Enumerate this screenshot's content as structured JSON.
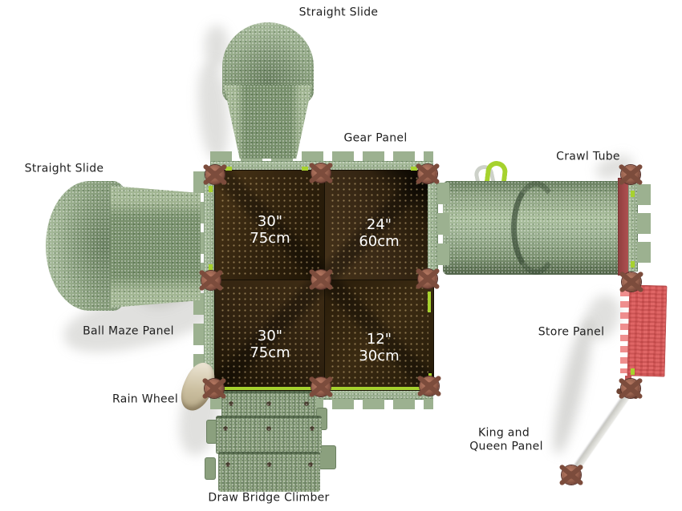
{
  "figure": {
    "type": "playground-equipment-top-view-diagram",
    "background": "#ffffff"
  },
  "part_labels": {
    "straight_slide_top": "Straight Slide",
    "straight_slide_left": "Straight Slide",
    "gear_panel": "Gear Panel",
    "crawl_tube": "Crawl Tube",
    "ball_maze_panel": "Ball Maze Panel",
    "rain_wheel": "Rain Wheel",
    "store_panel": "Store Panel",
    "king_and_queen_line1": "King and",
    "king_and_queen_line2": "Queen Panel",
    "draw_bridge_climber": "Draw Bridge Climber"
  },
  "deck_heights": [
    {
      "position": "top-left",
      "inches": "30\"",
      "centimeters": "75cm"
    },
    {
      "position": "top-right",
      "inches": "24\"",
      "centimeters": "60cm"
    },
    {
      "position": "bottom-left",
      "inches": "30\"",
      "centimeters": "75cm"
    },
    {
      "position": "bottom-right",
      "inches": "12\"",
      "centimeters": "30cm"
    }
  ],
  "colors": {
    "slide_green": "#8fa884",
    "deck_brown": "#31230e",
    "post_copper": "#8d5847",
    "accent_lime": "#a7d22e",
    "store_panel_red": "#e06666",
    "tube_frame_red": "#a84a4a",
    "label_text": "#1e1e1e",
    "deck_text": "#ffffff"
  }
}
